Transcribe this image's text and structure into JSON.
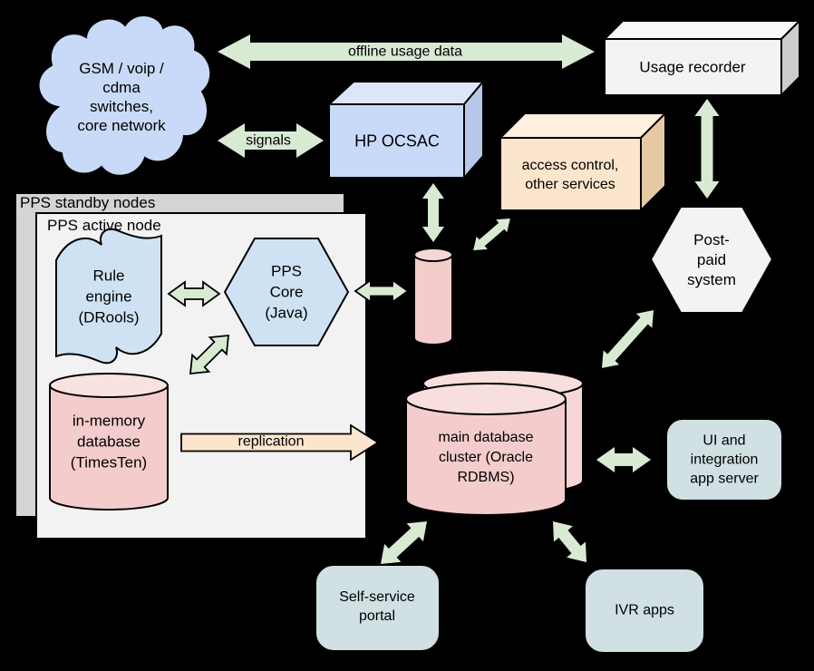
{
  "diagram": {
    "background": "#000000",
    "stroke": "#000000",
    "colors": {
      "arrow_green": "#d9ead3",
      "arrow_peach": "#fce5cd"
    },
    "nodes": {
      "cloud": {
        "label": "GSM / voip /\ncdma\nswitches,\ncore network",
        "fill": "#c9daf8"
      },
      "pps_standby": {
        "label": "PPS standby nodes",
        "fill": "#d4d4d4"
      },
      "pps_active": {
        "label": "PPS active node",
        "fill": "#f2f2f2"
      },
      "hp_ocsac": {
        "label": "HP OCSAC",
        "fill": "#c9daf8",
        "top_fill": "#dce5f9",
        "side_fill": "#b9c8ea"
      },
      "usage_recorder": {
        "label": "Usage recorder",
        "fill": "#f3f3f3",
        "top_fill": "#fafafa",
        "side_fill": "#cccccc"
      },
      "access_control": {
        "label": "access control,\nother services",
        "fill": "#fce5cd",
        "top_fill": "#fdf0df",
        "side_fill": "#e6c9a3"
      },
      "post_paid": {
        "label": "Post-\npaid\nsystem",
        "fill": "#f3f3f3"
      },
      "rule_engine": {
        "label": "Rule\nengine\n(DRools)",
        "fill": "#cfe2f3"
      },
      "pps_core": {
        "label": "PPS\nCore\n(Java)",
        "fill": "#cfe2f3"
      },
      "in_memory_db": {
        "label": "in-memory\ndatabase\n(TimesTen)",
        "fill": "#f4cccc",
        "top_fill": "#f9e2e2"
      },
      "buffer_cylinder": {
        "fill": "#f4cccc",
        "top_fill": "#f6d6d6"
      },
      "main_db": {
        "label": "main database\ncluster (Oracle\nRDBMS)",
        "fill": "#f4cccc",
        "top_fill": "#f9dede",
        "back_fill": "#f6d6d6",
        "back_top_fill": "#f9dede"
      },
      "ui_app_server": {
        "label": "UI and\nintegration\napp server",
        "fill": "#d0e0e3"
      },
      "self_service_portal": {
        "label": "Self-service\nportal",
        "fill": "#d0e0e3"
      },
      "ivr_apps": {
        "label": "IVR apps",
        "fill": "#d0e0e3"
      }
    },
    "edges": {
      "offline_usage": {
        "label": "offline usage data"
      },
      "signals": {
        "label": "signals"
      },
      "replication": {
        "label": "replication"
      }
    }
  }
}
